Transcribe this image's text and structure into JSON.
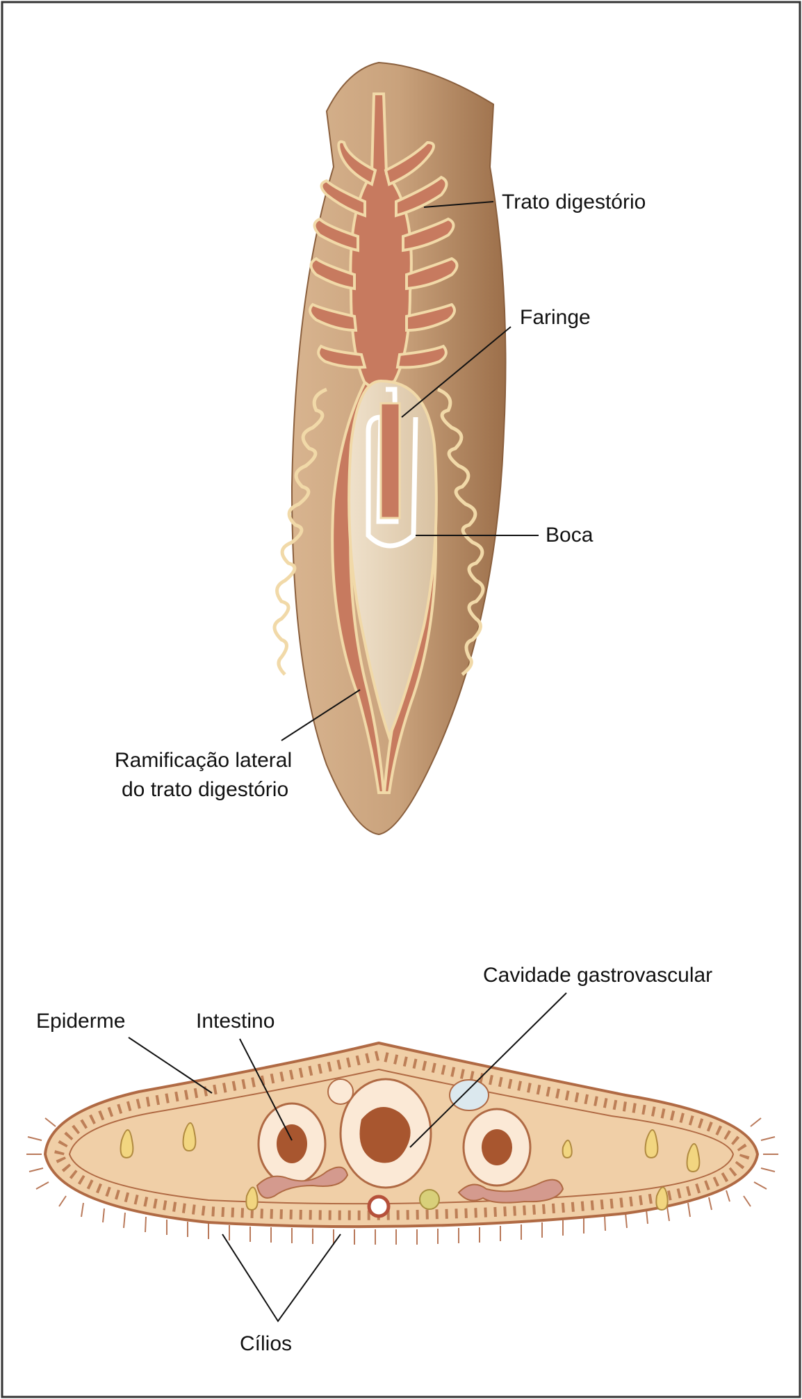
{
  "labels": {
    "trato": "Trato digestório",
    "faringe": "Faringe",
    "boca": "Boca",
    "ramificacao_1": "Ramificação lateral",
    "ramificacao_2": "do trato digestório",
    "cavidade": "Cavidade gastrovascular",
    "epiderme": "Epiderme",
    "intestino": "Intestino",
    "cilios": "Cílios"
  },
  "colors": {
    "body_tan": "#c9a27c",
    "body_dark": "#a87c57",
    "gut": "#c77a5f",
    "gut_outline": "#f1d9a8",
    "pharynx": "#e8d6bd",
    "section_fill": "#f0cfa7",
    "section_edge": "#b06a44",
    "cilia": "#b9795a"
  }
}
